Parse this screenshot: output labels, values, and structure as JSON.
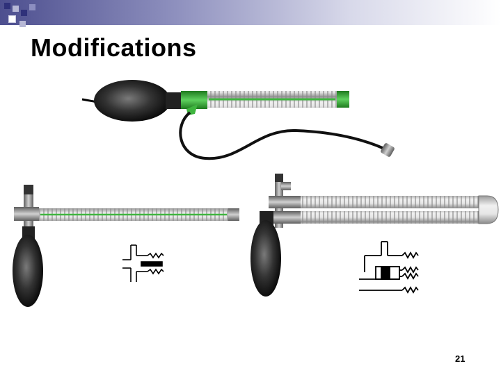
{
  "slide": {
    "title": "Modifications",
    "page_number": "21"
  },
  "figures": [
    {
      "name": "bag-with-oxygen-tubing-and-corrugated-reservoir",
      "icons": [
        "bulb-icon",
        "green-connector-icon",
        "corrugated-tube-icon",
        "oxygen-tubing-icon"
      ]
    },
    {
      "name": "bag-with-single-corrugated-tube",
      "icons": [
        "bulb-icon",
        "t-connector-icon",
        "corrugated-tube-icon"
      ]
    },
    {
      "name": "bag-with-double-corrugated-tube",
      "icons": [
        "bulb-icon",
        "t-connector-icon",
        "corrugated-tube-icon",
        "end-cap-icon"
      ]
    },
    {
      "name": "schematic-single-tube",
      "icons": [
        "schematic-icon"
      ]
    },
    {
      "name": "schematic-double-tube",
      "icons": [
        "schematic-icon"
      ]
    }
  ],
  "colors": {
    "title_bar_dark": "#4d4f8f",
    "square_dark": "#2f317a",
    "square_light": "#b7b8d6",
    "tube_green": "#3fb53f",
    "bulb_dark": "#111111",
    "connector_grey": "#8f8f8f"
  }
}
